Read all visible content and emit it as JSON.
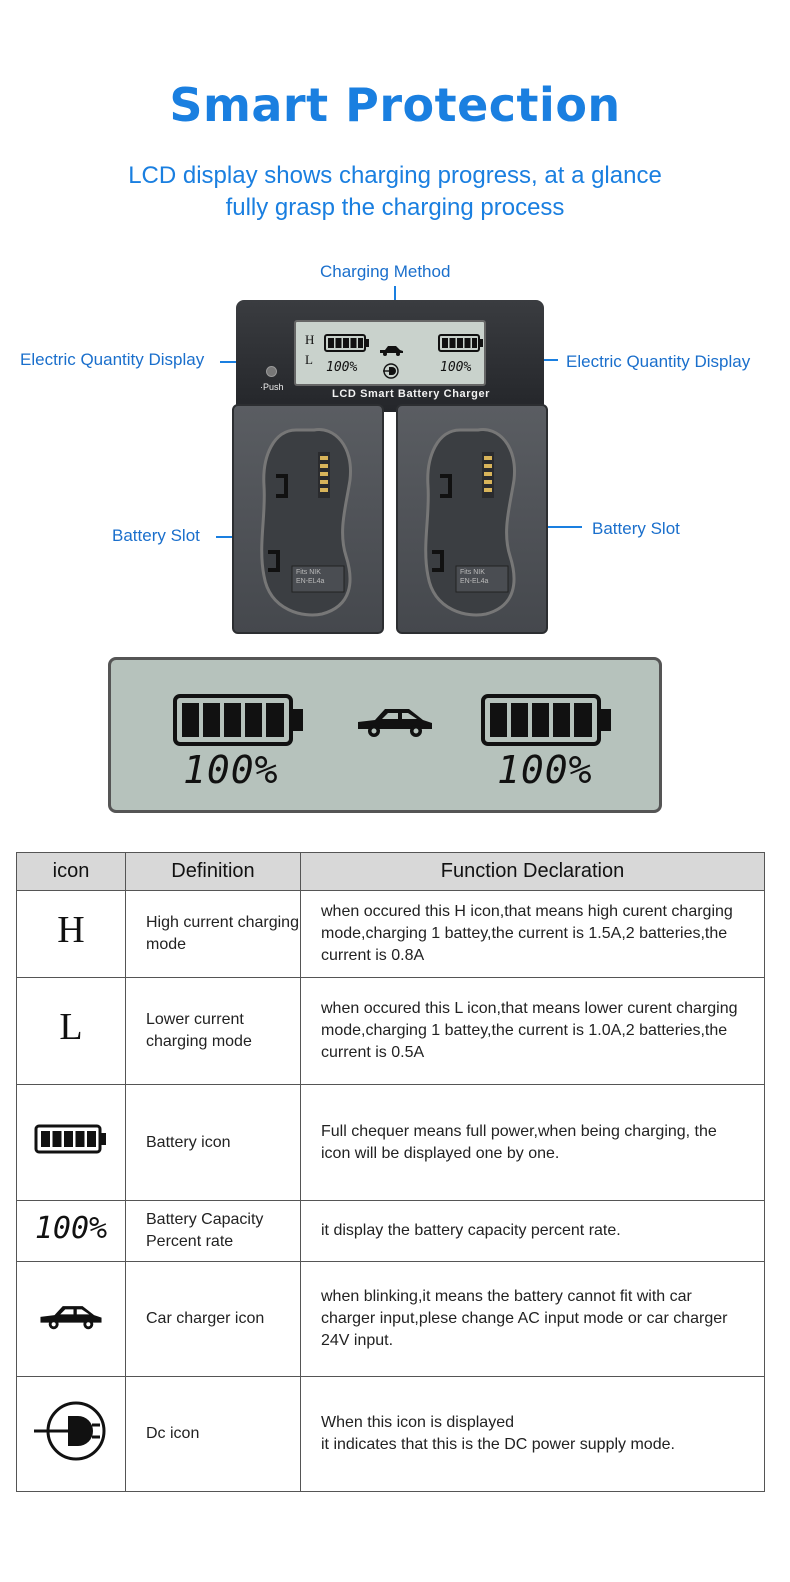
{
  "header": {
    "title": "Smart Protection",
    "subtitle_line1": "LCD display shows charging progress, at a glance",
    "subtitle_line2": "fully grasp the charging process"
  },
  "callouts": {
    "charging_method": "Charging Method",
    "electric_left": "Electric Quantity Display",
    "electric_right": "Electric Quantity Display",
    "slot_left": "Battery Slot",
    "slot_right": "Battery Slot"
  },
  "charger": {
    "brand": "LCD  Smart  Battery  Charger",
    "push": "Push",
    "mode_h": "H",
    "mode_l": "L",
    "percent_left": "100%",
    "percent_right": "100%",
    "fit_label_line1": "Fits NIK",
    "fit_label_line2": "EN-EL4a"
  },
  "big_lcd": {
    "percent_left": "100%",
    "percent_right": "100%"
  },
  "table": {
    "headers": [
      "icon",
      "Definition",
      "Function Declaration"
    ],
    "rows": [
      {
        "icon": "H",
        "definition": "High current charging mode",
        "function": "when occured this H icon,that means high curent charging mode,charging 1 battey,the current is 1.5A,2 batteries,the current is 0.8A"
      },
      {
        "icon": "L",
        "definition": "Lower current charging mode",
        "function": "when occured this L icon,that means lower curent charging mode,charging 1 battey,the current is 1.0A,2 batteries,the current is 0.5A"
      },
      {
        "icon": "battery-icon",
        "definition": "Battery icon",
        "function": "Full chequer means full power,when being charging, the icon will be displayed one by one."
      },
      {
        "icon": "100%",
        "definition": "Battery Capacity Percent rate",
        "function": "it display the battery capacity percent rate."
      },
      {
        "icon": "car-icon",
        "definition": "Car charger icon",
        "function": "when blinking,it means the battery cannot fit with car charger input,plese change AC input mode or car charger 24V input."
      },
      {
        "icon": "dc-plug-icon",
        "definition": "Dc icon",
        "function_line1": "When this icon is displayed",
        "function_line2": "it indicates that this is the DC power supply mode."
      }
    ]
  },
  "colors": {
    "accent": "#1a7fe0",
    "lcd": "#b6c2bc",
    "header_bg": "#d8d8d8"
  }
}
